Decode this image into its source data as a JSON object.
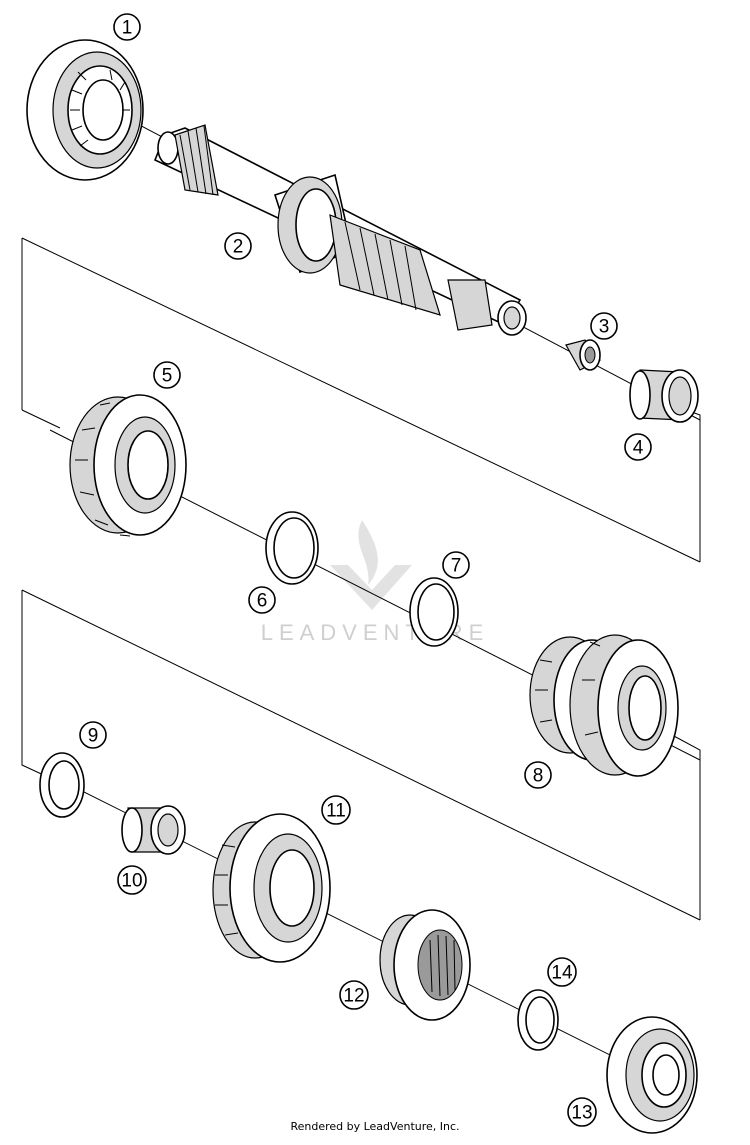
{
  "diagram": {
    "callouts": [
      "1",
      "2",
      "3",
      "4",
      "5",
      "6",
      "7",
      "8",
      "9",
      "10",
      "11",
      "12",
      "13",
      "14"
    ]
  },
  "watermark": {
    "text": "LEADVENTURE"
  },
  "footer": {
    "text": "Rendered by LeadVenture, Inc."
  }
}
